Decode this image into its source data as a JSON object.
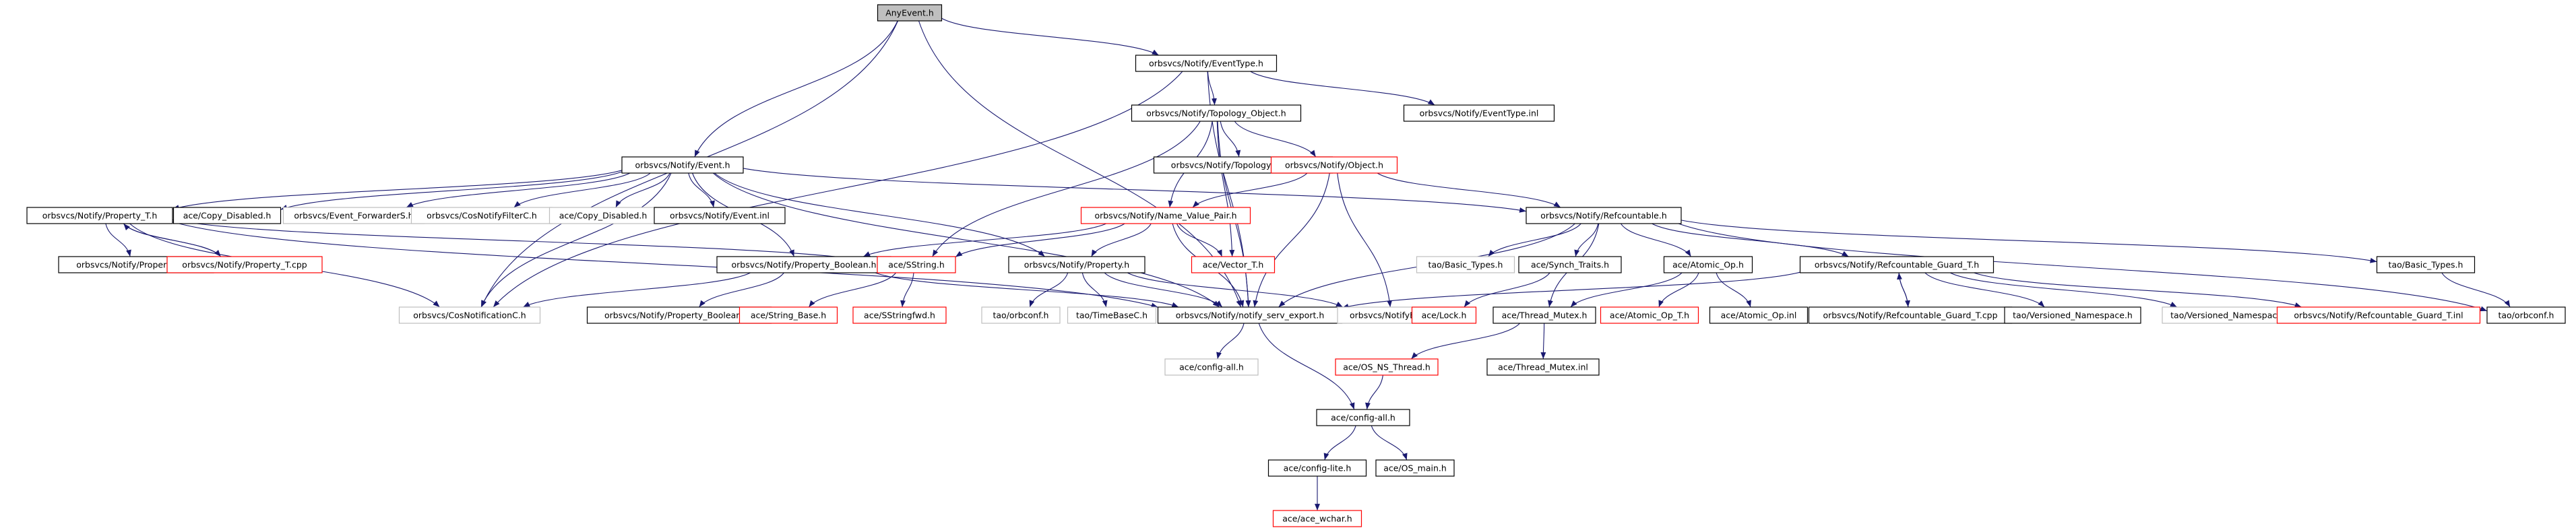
{
  "colors": {
    "edge": "#191970",
    "node_border_normal": "#000000",
    "node_border_missing": "#ff0000",
    "node_border_external": "#bfbfbf",
    "node_fill_normal": "#ffffff",
    "node_fill_root": "#bfbfbf"
  },
  "nodes": [
    {
      "id": "n0",
      "label": "AnyEvent.h",
      "kind": "root"
    },
    {
      "id": "n1",
      "label": "orbsvcs/Notify/EventType.h",
      "kind": "normal"
    },
    {
      "id": "n2",
      "label": "orbsvcs/Notify/Topology_Object.h",
      "kind": "normal"
    },
    {
      "id": "n3",
      "label": "orbsvcs/Notify/EventType.inl",
      "kind": "normal"
    },
    {
      "id": "n4",
      "label": "orbsvcs/Notify/Event.h",
      "kind": "normal"
    },
    {
      "id": "n5",
      "label": "orbsvcs/Notify/Topology_Object.inl",
      "kind": "normal"
    },
    {
      "id": "n6",
      "label": "orbsvcs/Notify/Object.h",
      "kind": "missing"
    },
    {
      "id": "n7",
      "label": "orbsvcs/Notify/Property_T.h",
      "kind": "normal"
    },
    {
      "id": "n8",
      "label": "ace/Copy_Disabled.h",
      "kind": "normal"
    },
    {
      "id": "n9",
      "label": "orbsvcs/Event_ForwarderS.h",
      "kind": "external"
    },
    {
      "id": "n10",
      "label": "orbsvcs/CosNotifyFilterC.h",
      "kind": "external"
    },
    {
      "id": "n11",
      "label": "ace/Copy_Disabled.h",
      "kind": "external"
    },
    {
      "id": "n12",
      "label": "orbsvcs/Notify/Event.inl",
      "kind": "normal"
    },
    {
      "id": "n13",
      "label": "orbsvcs/Notify/Name_Value_Pair.h",
      "kind": "missing"
    },
    {
      "id": "n14",
      "label": "orbsvcs/Notify/Refcountable.h",
      "kind": "normal"
    },
    {
      "id": "n15",
      "label": "orbsvcs/Notify/Property_T.inl",
      "kind": "normal"
    },
    {
      "id": "n16",
      "label": "orbsvcs/Notify/Property_T.cpp",
      "kind": "missing"
    },
    {
      "id": "n17",
      "label": "orbsvcs/Notify/Property_Boolean.h",
      "kind": "normal"
    },
    {
      "id": "n18",
      "label": "ace/SString.h",
      "kind": "missing"
    },
    {
      "id": "n19",
      "label": "orbsvcs/Notify/Property.h",
      "kind": "normal"
    },
    {
      "id": "n20",
      "label": "ace/Vector_T.h",
      "kind": "missing"
    },
    {
      "id": "n21",
      "label": "tao/Basic_Types.h",
      "kind": "external"
    },
    {
      "id": "n22",
      "label": "ace/Synch_Traits.h",
      "kind": "normal"
    },
    {
      "id": "n23",
      "label": "ace/Atomic_Op.h",
      "kind": "normal"
    },
    {
      "id": "n24",
      "label": "orbsvcs/Notify/Refcountable_Guard_T.h",
      "kind": "normal"
    },
    {
      "id": "n25",
      "label": "tao/Basic_Types.h",
      "kind": "normal"
    },
    {
      "id": "n26",
      "label": "orbsvcs/CosNotificationC.h",
      "kind": "external"
    },
    {
      "id": "n27",
      "label": "orbsvcs/Notify/Property_Boolean.inl",
      "kind": "normal"
    },
    {
      "id": "n28",
      "label": "ace/String_Base.h",
      "kind": "missing"
    },
    {
      "id": "n29",
      "label": "ace/SStringfwd.h",
      "kind": "missing"
    },
    {
      "id": "n30",
      "label": "tao/orbconf.h",
      "kind": "external"
    },
    {
      "id": "n31",
      "label": "tao/TimeBaseC.h",
      "kind": "external"
    },
    {
      "id": "n32",
      "label": "orbsvcs/Notify/notify_serv_export.h",
      "kind": "normal"
    },
    {
      "id": "n33",
      "label": "orbsvcs/NotifyExtC.h",
      "kind": "external"
    },
    {
      "id": "n34",
      "label": "ace/Lock.h",
      "kind": "missing"
    },
    {
      "id": "n35",
      "label": "ace/Thread_Mutex.h",
      "kind": "normal"
    },
    {
      "id": "n36",
      "label": "ace/Atomic_Op_T.h",
      "kind": "missing"
    },
    {
      "id": "n37",
      "label": "ace/Atomic_Op.inl",
      "kind": "normal"
    },
    {
      "id": "n38",
      "label": "orbsvcs/Notify/Refcountable_Guard_T.cpp",
      "kind": "normal"
    },
    {
      "id": "n39",
      "label": "tao/Versioned_Namespace.h",
      "kind": "normal"
    },
    {
      "id": "n40",
      "label": "tao/Versioned_Namespace.h",
      "kind": "external"
    },
    {
      "id": "n41",
      "label": "orbsvcs/Notify/Refcountable_Guard_T.inl",
      "kind": "missing"
    },
    {
      "id": "n42",
      "label": "tao/orbconf.h",
      "kind": "normal"
    },
    {
      "id": "n43",
      "label": "ace/config-all.h",
      "kind": "external"
    },
    {
      "id": "n44",
      "label": "ace/OS_NS_Thread.h",
      "kind": "missing"
    },
    {
      "id": "n45",
      "label": "ace/Thread_Mutex.inl",
      "kind": "normal"
    },
    {
      "id": "n46",
      "label": "ace/config-all.h",
      "kind": "normal"
    },
    {
      "id": "n47",
      "label": "ace/config-lite.h",
      "kind": "normal"
    },
    {
      "id": "n48",
      "label": "ace/OS_main.h",
      "kind": "normal"
    },
    {
      "id": "n49",
      "label": "ace/ace_wchar.h",
      "kind": "missing"
    }
  ],
  "edges": [
    [
      "n0",
      "n1"
    ],
    [
      "n0",
      "n4"
    ],
    [
      "n0",
      "n26"
    ],
    [
      "n0",
      "n32"
    ],
    [
      "n1",
      "n2"
    ],
    [
      "n1",
      "n3"
    ],
    [
      "n1",
      "n32"
    ],
    [
      "n1",
      "n26"
    ],
    [
      "n2",
      "n5"
    ],
    [
      "n2",
      "n6"
    ],
    [
      "n2",
      "n13"
    ],
    [
      "n2",
      "n18"
    ],
    [
      "n2",
      "n20"
    ],
    [
      "n2",
      "n32"
    ],
    [
      "n6",
      "n13"
    ],
    [
      "n6",
      "n14"
    ],
    [
      "n6",
      "n32"
    ],
    [
      "n6",
      "n33"
    ],
    [
      "n4",
      "n7"
    ],
    [
      "n4",
      "n8"
    ],
    [
      "n4",
      "n9"
    ],
    [
      "n4",
      "n10"
    ],
    [
      "n4",
      "n11"
    ],
    [
      "n4",
      "n12"
    ],
    [
      "n4",
      "n17"
    ],
    [
      "n4",
      "n19"
    ],
    [
      "n4",
      "n14"
    ],
    [
      "n4",
      "n32"
    ],
    [
      "n4",
      "n26"
    ],
    [
      "n7",
      "n15"
    ],
    [
      "n7",
      "n16"
    ],
    [
      "n7",
      "n26"
    ],
    [
      "n7",
      "n32"
    ],
    [
      "n7",
      "n18"
    ],
    [
      "n16",
      "n7"
    ],
    [
      "n13",
      "n17"
    ],
    [
      "n13",
      "n18"
    ],
    [
      "n13",
      "n19"
    ],
    [
      "n13",
      "n20"
    ],
    [
      "n13",
      "n32"
    ],
    [
      "n17",
      "n26"
    ],
    [
      "n17",
      "n27"
    ],
    [
      "n17",
      "n32"
    ],
    [
      "n18",
      "n28"
    ],
    [
      "n18",
      "n29"
    ],
    [
      "n19",
      "n30"
    ],
    [
      "n19",
      "n31"
    ],
    [
      "n19",
      "n32"
    ],
    [
      "n19",
      "n33"
    ],
    [
      "n14",
      "n21"
    ],
    [
      "n14",
      "n22"
    ],
    [
      "n14",
      "n23"
    ],
    [
      "n14",
      "n24"
    ],
    [
      "n14",
      "n25"
    ],
    [
      "n14",
      "n32"
    ],
    [
      "n14",
      "n42"
    ],
    [
      "n14",
      "n35"
    ],
    [
      "n22",
      "n34"
    ],
    [
      "n23",
      "n35"
    ],
    [
      "n23",
      "n36"
    ],
    [
      "n23",
      "n37"
    ],
    [
      "n24",
      "n38"
    ],
    [
      "n24",
      "n39"
    ],
    [
      "n24",
      "n40"
    ],
    [
      "n24",
      "n41"
    ],
    [
      "n24",
      "n32"
    ],
    [
      "n38",
      "n24"
    ],
    [
      "n25",
      "n42"
    ],
    [
      "n32",
      "n43"
    ],
    [
      "n32",
      "n46"
    ],
    [
      "n35",
      "n44"
    ],
    [
      "n35",
      "n45"
    ],
    [
      "n44",
      "n46"
    ],
    [
      "n46",
      "n47"
    ],
    [
      "n46",
      "n48"
    ],
    [
      "n47",
      "n49"
    ]
  ]
}
